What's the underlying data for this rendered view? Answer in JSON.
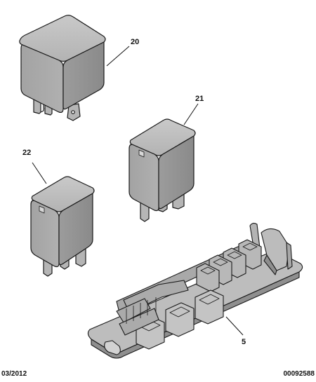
{
  "callouts": {
    "relay_20": "20",
    "relay_21": "21",
    "relay_22": "22",
    "relay_holder_5": "5"
  },
  "footer": {
    "date": "03/2012",
    "reference": "00092588"
  },
  "colors": {
    "part_fill": "#a7a7a7",
    "part_fill_light": "#bdbdbd",
    "part_fill_dark": "#8d8d8d",
    "outline": "#1a1a1a"
  }
}
